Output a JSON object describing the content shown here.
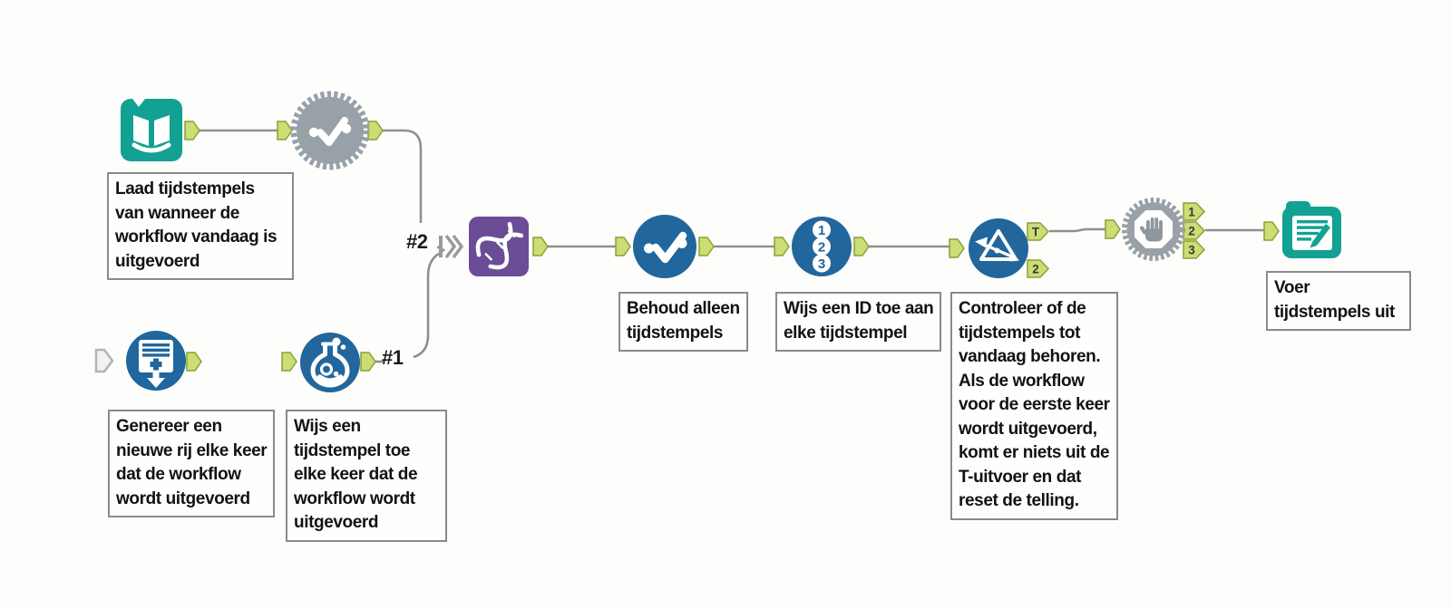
{
  "colors": {
    "tool_blue": "#21669c",
    "tool_teal": "#12a192",
    "tool_purple": "#6b4d97",
    "macro_gray": "#98a1a7",
    "anchor_green": "#cbdd73",
    "anchor_border": "#87a23b",
    "wire_gray": "#8f8f8f",
    "annotation_border": "#8a8a8a",
    "annotation_text": "#121212"
  },
  "icons": [
    "open-book-icon",
    "gear-check-icon",
    "rows-plus-arrow-icon",
    "flask-icon",
    "dna-helix-icon",
    "checkmark-dots-icon",
    "numbered-circles-icon",
    "prism-arrow-icon",
    "gear-stop-hand-icon",
    "document-pencil-icon"
  ],
  "annotations": {
    "input_data": "Laad tijdstempels\nvan wanneer de\nworkflow vandaag is\nuitgevoerd",
    "generate_rows": "Genereer een\nnieuwe rij elke keer\ndat de workflow\nwordt uitgevoerd",
    "formula": "Wijs een\ntijdstempel toe\nelke keer dat de\nworkflow wordt\nuitgevoerd",
    "unique": "Behoud alleen\ntijdstempels",
    "record_id": "Wijs een ID toe aan\nelke tijdstempel",
    "filter": "Controleer of de\ntijdstempels tot\nvandaag behoren.\nAls de workflow\nvoor de eerste keer\nwordt uitgevoerd,\nkomt er niets uit de\nT-uitvoer en dat\nreset de telling.",
    "output_data": "Voer\ntijdstempels uit"
  },
  "connection_labels": {
    "to_union_top": "#2",
    "to_union_bottom": "#1"
  },
  "anchor_labels": {
    "filter_true": "T",
    "filter_bottom": "2",
    "block_out_1": "1",
    "block_out_2": "2",
    "block_out_3": "3"
  },
  "record_id_digits": [
    "1",
    "2",
    "3"
  ]
}
